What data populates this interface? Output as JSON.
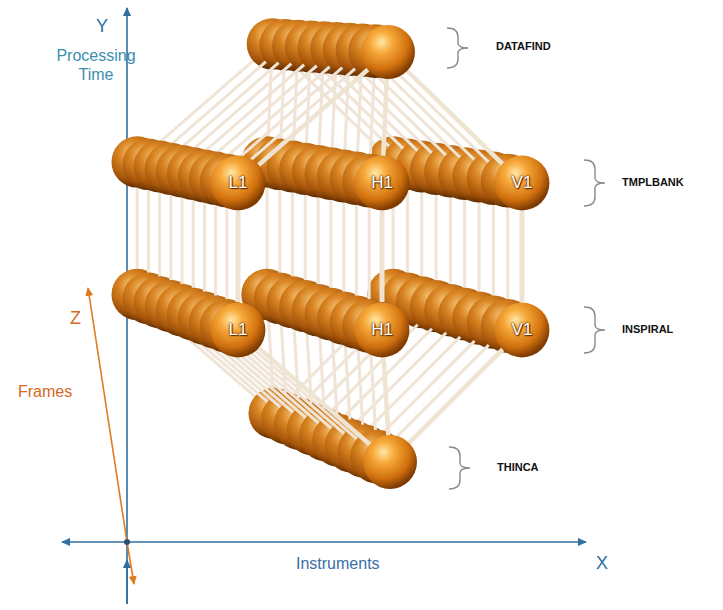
{
  "diagram": {
    "nodes": [
      {
        "text": [
          "L1"
        ]
      },
      {
        "text": [
          "H1"
        ]
      },
      {
        "text": [
          "V1"
        ]
      },
      {
        "text": [
          "L1"
        ]
      },
      {
        "text": [
          "H1"
        ]
      },
      {
        "text": [
          "V1"
        ]
      }
    ],
    "edges": [
      {
        "from": 0,
        "to": 3,
        "arrow": "none"
      },
      {
        "from": 1,
        "to": 4,
        "arrow": "none"
      },
      {
        "from": 2,
        "to": 5,
        "arrow": "none"
      }
    ],
    "labels": [
      "Y",
      "Processing Time",
      "Z",
      "Frames",
      "Instruments",
      "X",
      "DATAFIND",
      "TMPLBANK",
      "INSPIRAL",
      "THINCA"
    ]
  }
}
